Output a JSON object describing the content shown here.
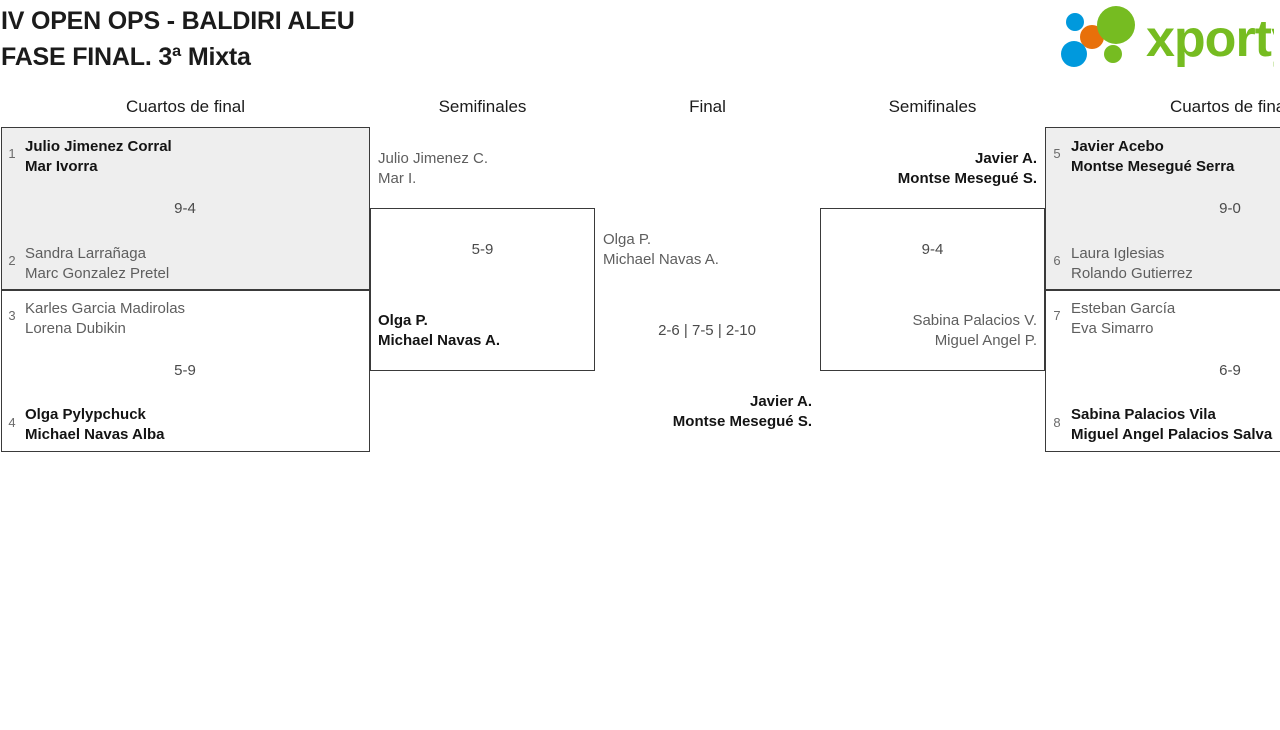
{
  "header": {
    "title_line1": "IV OPEN OPS - BALDIRI ALEU",
    "title_line2": "FASE FINAL. 3ª Mixta",
    "title": "IV OPEN OPS - BALDIRI ALEU\nFASE FINAL. 3ª Mixta",
    "logo_text": "xporty",
    "logo_colors": {
      "green": "#76bc21",
      "blue": "#0099dd",
      "orange": "#e8700a"
    }
  },
  "rounds": [
    {
      "id": "qf-left",
      "label": "Cuartos de final"
    },
    {
      "id": "sf-left",
      "label": "Semifinales"
    },
    {
      "id": "final",
      "label": "Final"
    },
    {
      "id": "sf-right",
      "label": "Semifinales"
    },
    {
      "id": "qf-right",
      "label": "Cuartos de final"
    }
  ],
  "matches": {
    "qf1": {
      "score": "9-4",
      "top": {
        "seed": "1",
        "line1": "Julio Jimenez Corral",
        "line2": "Mar Ivorra",
        "winner": true
      },
      "bottom": {
        "seed": "2",
        "line1": "Sandra Larrañaga",
        "line2": "Marc Gonzalez Pretel",
        "winner": false
      }
    },
    "qf2": {
      "score": "5-9",
      "top": {
        "seed": "3",
        "line1": "Karles Garcia Madirolas",
        "line2": "Lorena Dubikin",
        "winner": false
      },
      "bottom": {
        "seed": "4",
        "line1": "Olga Pylypchuck",
        "line2": "Michael Navas Alba",
        "winner": true
      }
    },
    "qf3": {
      "score": "9-0",
      "top": {
        "seed": "5",
        "line1": "Javier Acebo",
        "line2": "Montse Mesegué Serra",
        "winner": true
      },
      "bottom": {
        "seed": "6",
        "line1": "Laura Iglesias",
        "line2": "Rolando Gutierrez",
        "winner": false
      }
    },
    "qf4": {
      "score": "6-9",
      "top": {
        "seed": "7",
        "line1": "Esteban García",
        "line2": "Eva Simarro",
        "winner": false
      },
      "bottom": {
        "seed": "8",
        "line1": "Sabina Palacios Vila",
        "line2": "Miguel Angel Palacios Salva",
        "winner": true
      }
    },
    "sf1": {
      "score": "5-9",
      "top": {
        "line1": "Julio Jimenez C.",
        "line2": "Mar I.",
        "winner": false
      },
      "bottom": {
        "line1": "Olga P.",
        "line2": "Michael Navas A.",
        "winner": true
      }
    },
    "sf2": {
      "score": "9-4",
      "top": {
        "line1": "Javier A.",
        "line2": "Montse Mesegué S.",
        "winner": true
      },
      "bottom": {
        "line1": "Sabina Palacios V.",
        "line2": "Miguel Angel P.",
        "winner": false
      }
    },
    "final": {
      "score": "2-6 | 7-5 | 2-10",
      "top": {
        "line1": "Olga P.",
        "line2": "Michael Navas A.",
        "winner": false
      },
      "bottom": {
        "line1": "Javier A.",
        "line2": "Montse Mesegué S.",
        "winner": true
      }
    }
  }
}
